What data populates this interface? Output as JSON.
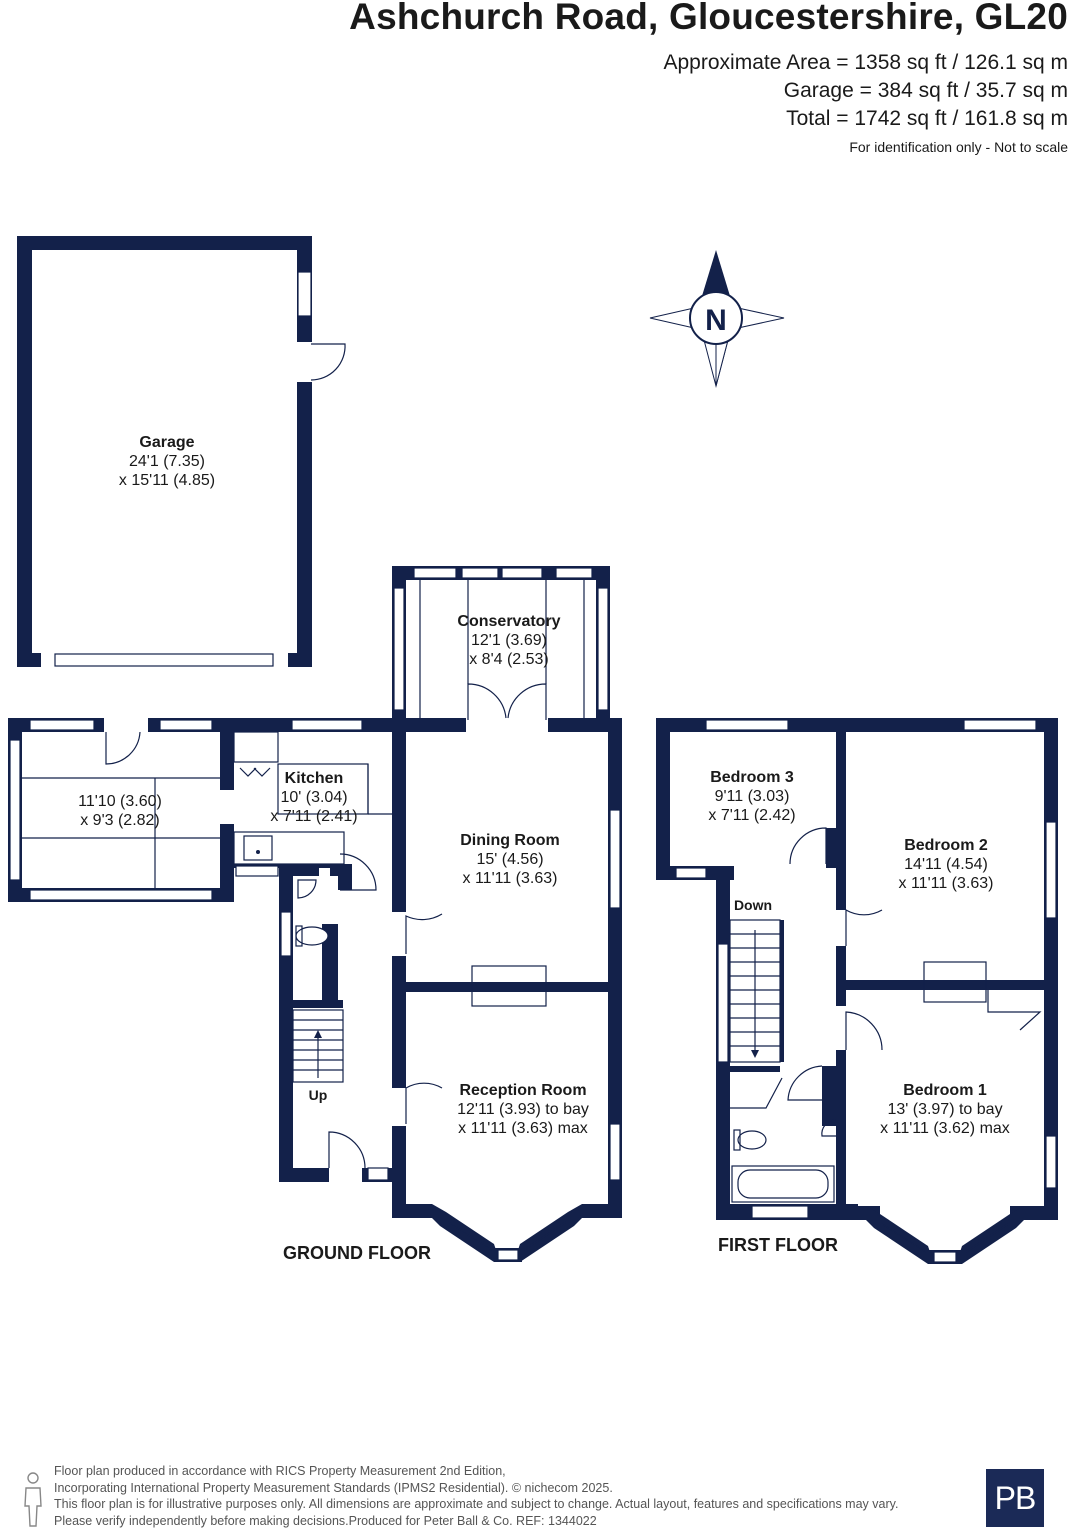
{
  "header": {
    "title": "Ashchurch Road, Gloucestershire, GL20",
    "area_line": "Approximate Area = 1358 sq ft / 126.1 sq m",
    "garage_line": "Garage = 384 sq ft / 35.7 sq m",
    "total_line": "Total = 1742 sq ft / 161.8 sq m",
    "note": "For identification only - Not to scale"
  },
  "compass": {
    "label": "N"
  },
  "rooms": {
    "garage": {
      "name": "Garage",
      "dim1": "24'1 (7.35)",
      "dim2": "x 15'11 (4.85)"
    },
    "utility": {
      "dim1": "11'10 (3.60)",
      "dim2": "x 9'3 (2.82)"
    },
    "kitchen": {
      "name": "Kitchen",
      "dim1": "10' (3.04)",
      "dim2": "x 7'11 (2.41)"
    },
    "conservatory": {
      "name": "Conservatory",
      "dim1": "12'1 (3.69)",
      "dim2": "x 8'4 (2.53)"
    },
    "dining": {
      "name": "Dining Room",
      "dim1": "15' (4.56)",
      "dim2": "x 11'11 (3.63)"
    },
    "reception": {
      "name": "Reception Room",
      "dim1": "12'11 (3.93) to bay",
      "dim2": "x 11'11 (3.63) max"
    },
    "bedroom3": {
      "name": "Bedroom 3",
      "dim1": "9'11 (3.03)",
      "dim2": "x 7'11 (2.42)"
    },
    "bedroom2": {
      "name": "Bedroom 2",
      "dim1": "14'11 (4.54)",
      "dim2": "x 11'11 (3.63)"
    },
    "bedroom1": {
      "name": "Bedroom 1",
      "dim1": "13' (3.97) to bay",
      "dim2": "x 11'11 (3.62) max"
    }
  },
  "stairs": {
    "up": "Up",
    "down": "Down"
  },
  "floors": {
    "ground": "GROUND FLOOR",
    "first": "FIRST FLOOR"
  },
  "footer": {
    "line1": "Floor plan produced in accordance with RICS Property Measurement 2nd Edition,",
    "line2": "Incorporating International Property Measurement Standards (IPMS2 Residential).   © nichecom 2025.",
    "line3": "This floor plan is for illustrative purposes only. All dimensions are approximate and subject to change. Actual layout, features and specifications may vary.",
    "line4": "Please verify independently before making decisions.Produced for Peter Ball & Co.   REF:  1344022",
    "logo": "PB"
  },
  "colors": {
    "wall": "#13214a",
    "text": "#1a1a1a",
    "brand": "#1b2a57"
  }
}
